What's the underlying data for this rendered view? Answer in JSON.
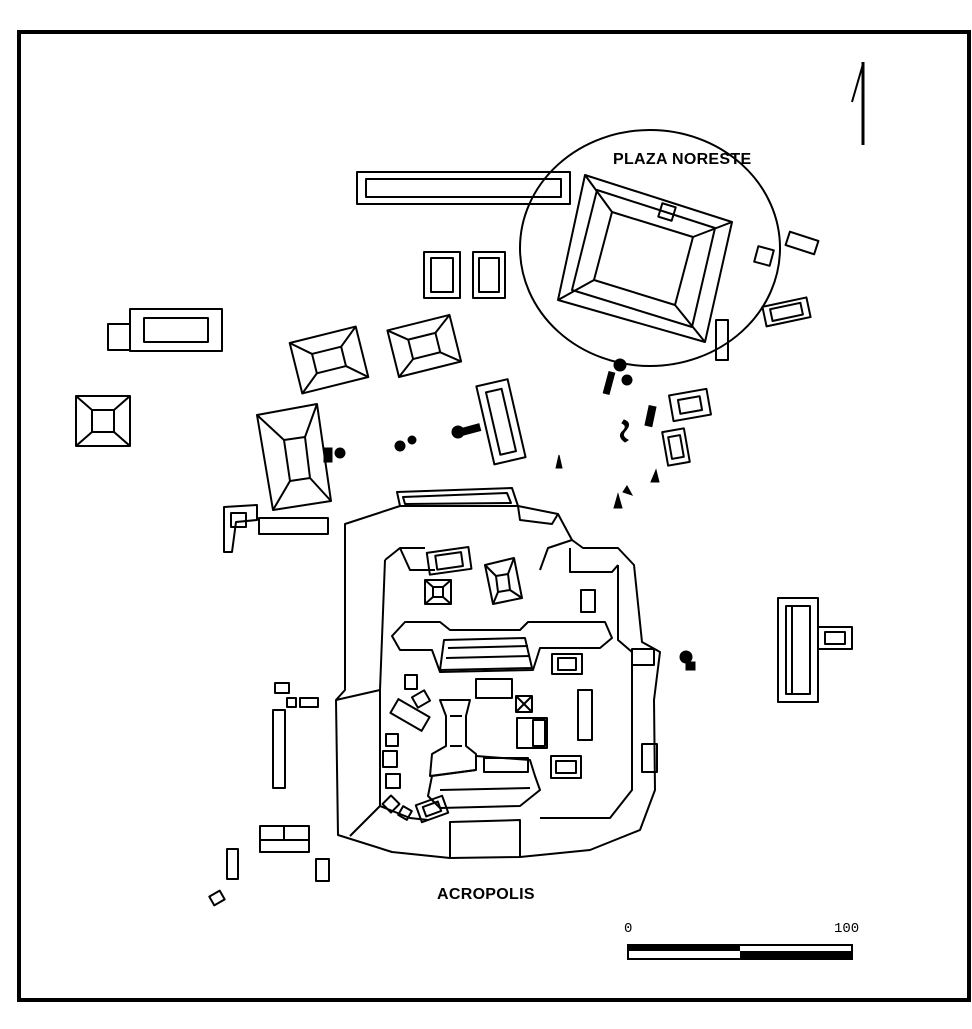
{
  "labels": {
    "plaza": "PLAZA NORESTE",
    "acropolis": "ACROPOLIS"
  },
  "scale": {
    "min": "0",
    "max": "100"
  },
  "icons": {
    "north_arrow": "north-arrow-icon"
  },
  "colors": {
    "ink": "#000000",
    "paper": "#ffffff"
  }
}
